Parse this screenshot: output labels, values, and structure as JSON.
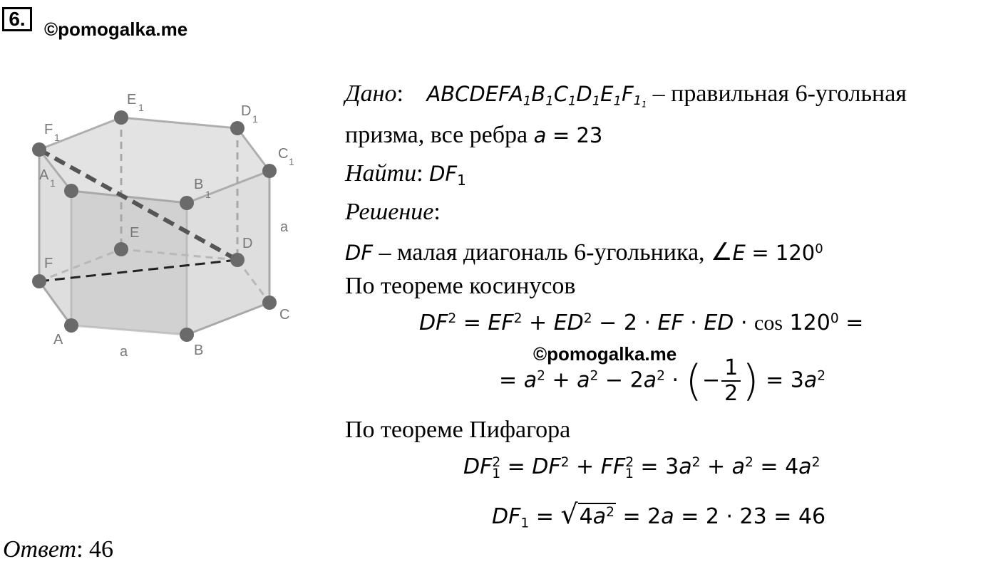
{
  "header": {
    "problem_number": "6.",
    "watermark": "©pomogalka.me"
  },
  "figure": {
    "labels": {
      "E1": "E",
      "D1": "D",
      "F1": "F",
      "C1": "C",
      "A1": "A",
      "B1": "B",
      "one": "1",
      "E": "E",
      "D": "D",
      "F": "F",
      "C": "C",
      "A": "A",
      "B": "B",
      "a_side": "a",
      "a_bottom": "a"
    }
  },
  "solution": {
    "given_label": "Дано",
    "given_colon": ":",
    "prism_name": "ABCDEFA",
    "prism_rest": "B",
    "given_desc": "– правильная 6-угольная",
    "given_line2": "призма, все ребра",
    "edge_var": "a",
    "edge_value": "= 23",
    "find_label": "Найти",
    "find_target": "DF",
    "solution_label": "Решение",
    "line_df": "– малая диагональ 6-угольника, ∠",
    "angle_eq": "= 120",
    "angle_sup": "0",
    "cos_theorem": "По теореме косинусов",
    "pyth_theorem": "По теореме Пифагора",
    "watermark_mid": "©pomogalka.me"
  },
  "answer": {
    "label": "Ответ",
    "value": ": 46"
  }
}
